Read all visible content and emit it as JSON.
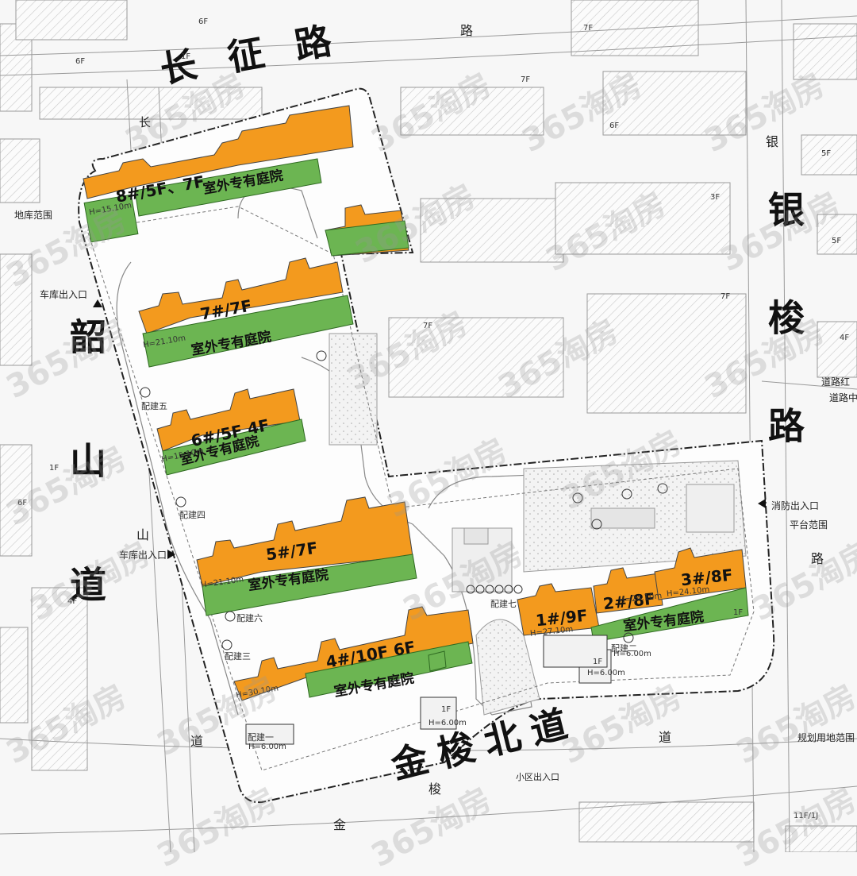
{
  "roads": {
    "changzheng": "长征路",
    "shaoshan": "韶山道",
    "yinsuo": "银梭路",
    "jinsuobei": "金梭北道",
    "changzheng_small": "长",
    "lu_small_top": "路",
    "yin_small": "银",
    "lu_small_right": "路",
    "shan_small": "山",
    "dao_small_left": "道",
    "jin_small": "金",
    "suo_small": "梭",
    "dao_small_bottom": "道"
  },
  "buildings": {
    "b8": "8#/5F、7F",
    "b7": "7#/7F",
    "b6": "6#/5F 4F",
    "b5": "5#/7F",
    "b4": "4#/10F 6F",
    "b1": "1#/9F",
    "b2": "2#/8F",
    "b3": "3#/8F"
  },
  "yard_label": "室外专有庭院",
  "annotations": {
    "garage_range": "地库范围",
    "garage_entrance_top": "车库出入口",
    "garage_entrance_mid": "车库出入口",
    "fire_entrance": "消防出入口",
    "platform_range": "平台范围",
    "road_line_1": "道路红",
    "road_line_2": "道路中心",
    "planning_range": "规划用地范围",
    "community_entrance": "小区出入口"
  },
  "floor_tags": {
    "f6_a": "6F",
    "f6_b": "6F",
    "f1_a": "1F",
    "f7_a": "7F",
    "f6_c": "6F",
    "f3": "3F",
    "f7_b": "7F",
    "f7_c": "7F",
    "f7_d": "7F",
    "f5_a": "5F",
    "f5_b": "5F",
    "f4": "4F",
    "f1_b": "1F",
    "f1_c": "1F",
    "f6_d": "6F",
    "f4_left": "4F",
    "f11": "11F/1J",
    "f1_d": "1F",
    "f1_e": "1F"
  },
  "heights": {
    "h8": "H=15.10m",
    "h7": "H=21.10m",
    "h6": "H=15.10m",
    "h5": "H=21.10m",
    "h4": "H=30.10m",
    "h1": "H=27.10m",
    "h2": "H=24.10m",
    "h3": "H=24.10m",
    "hg1": "H=6.00m",
    "hg2": "H=6.00m",
    "hg3": "H=6.00m",
    "hg4": "H=6.00m"
  },
  "aux": {
    "pj5": "配建五",
    "pj4": "配建四",
    "pj6": "配建六",
    "pj3": "配建三",
    "pj1": "配建一",
    "pj2": "配建二",
    "pj7": "配建七"
  },
  "watermark": "365淘房",
  "colors": {
    "building_orange": "#f39a1e",
    "yard_green": "#6cb552",
    "boundary": "#222222",
    "background": "#f7f7f7"
  }
}
